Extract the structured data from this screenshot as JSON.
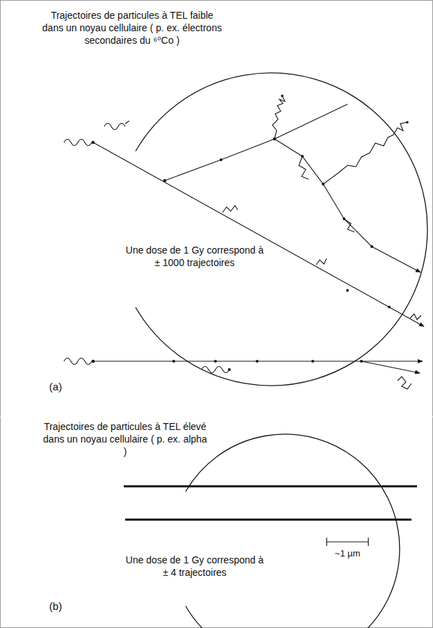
{
  "diagram": {
    "nodes": [
      {
        "text": [
          "Trajectoires de particules à TEL faible dans un noyau cellulaire ( p. ex. électrons secondaires du ⁶⁰Co )",
          "Une dose de 1 Gy correspond à ± 1000 trajectoires"
        ]
      },
      {
        "text": [
          "Trajectoires de particules à TEL élevé dans un noyau cellulaire ( p. ex. alpha )",
          "Une dose de 1 Gy correspond à ± 4 trajectoires"
        ]
      }
    ],
    "labels": [
      "(a)",
      "~1 µm",
      "(b)"
    ]
  }
}
